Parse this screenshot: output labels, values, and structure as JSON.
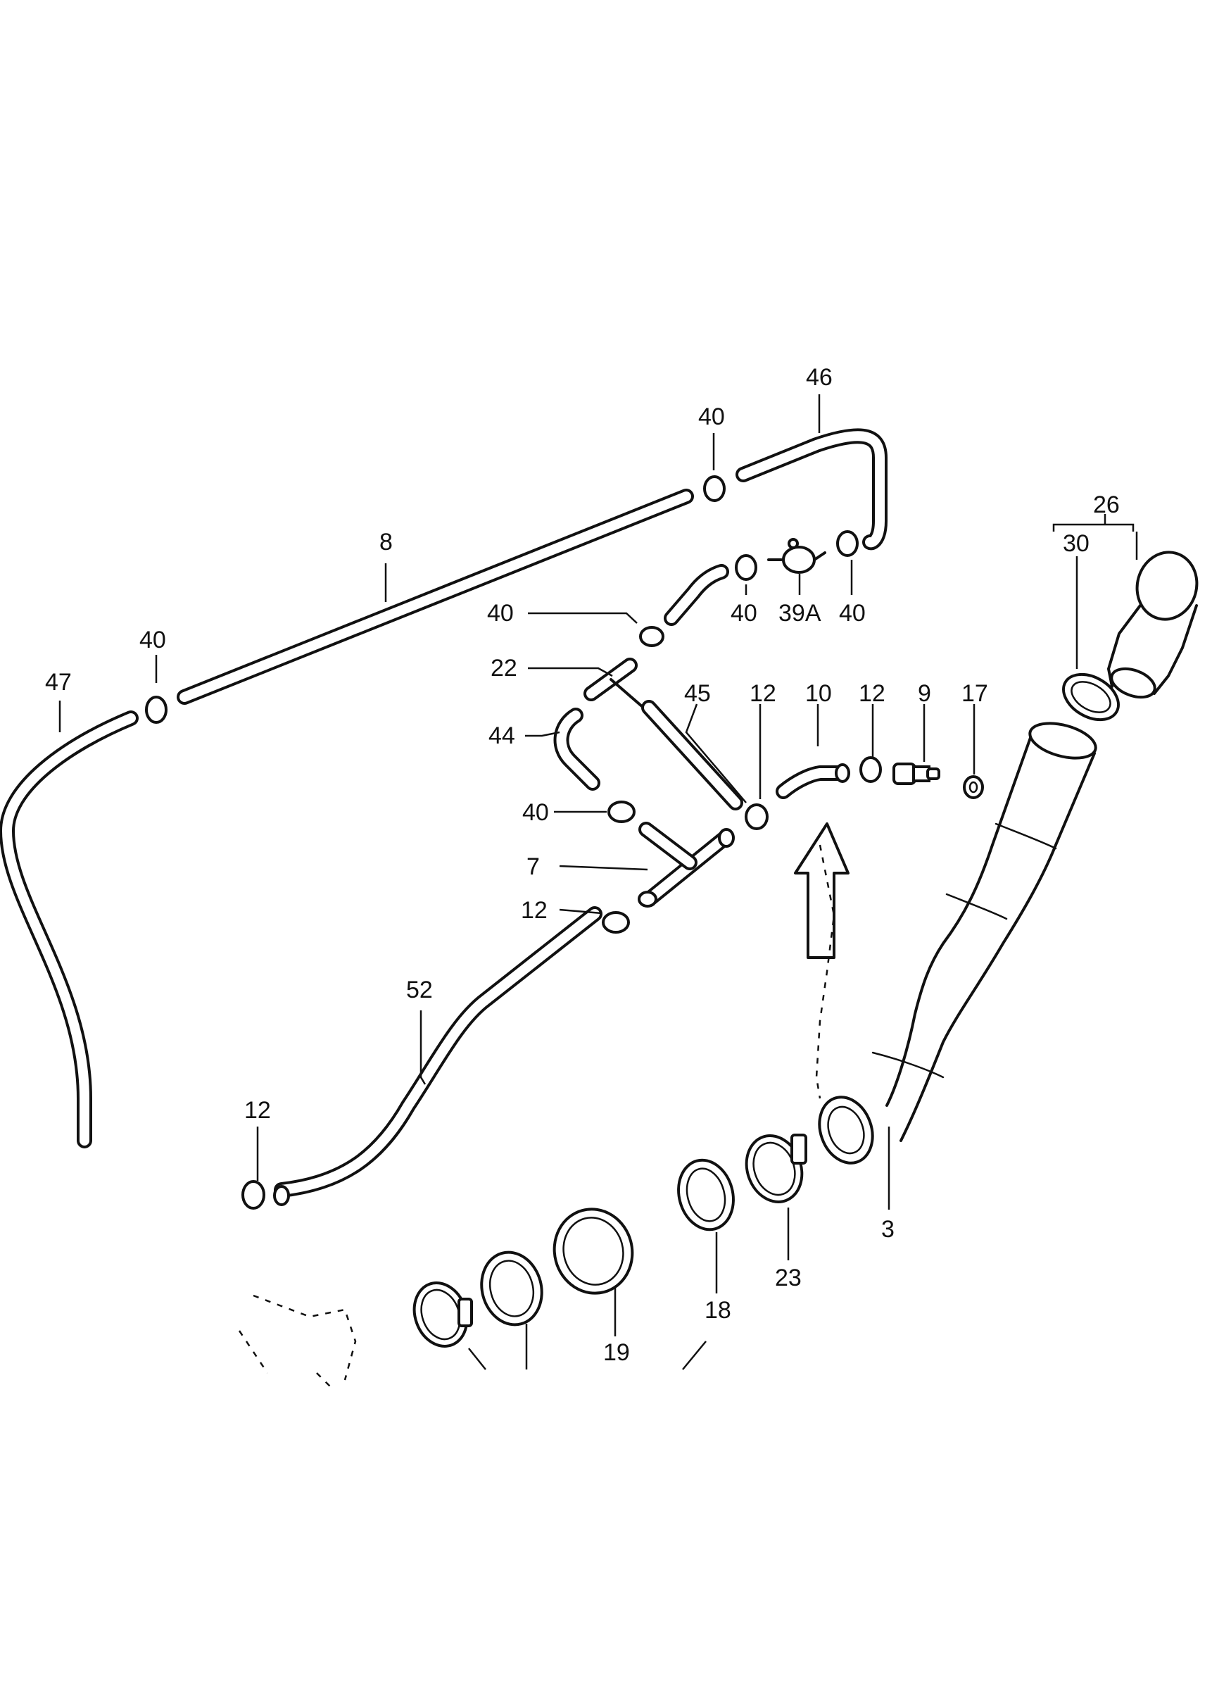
{
  "labels": {
    "p46": "46",
    "p40_top": "40",
    "p26": "26",
    "p30": "30",
    "p8": "8",
    "p40_a": "40",
    "p39a": "39A",
    "p40_b": "40",
    "p40_c": "40",
    "p40_left": "40",
    "p47": "47",
    "p22": "22",
    "p45": "45",
    "p12_a": "12",
    "p10": "10",
    "p12_b": "12",
    "p9": "9",
    "p17": "17",
    "p44": "44",
    "p40_d": "40",
    "p7": "7",
    "p12_c": "12",
    "p52": "52",
    "p12_d": "12",
    "p3": "3",
    "p23": "23",
    "p18": "18",
    "p19": "19"
  }
}
